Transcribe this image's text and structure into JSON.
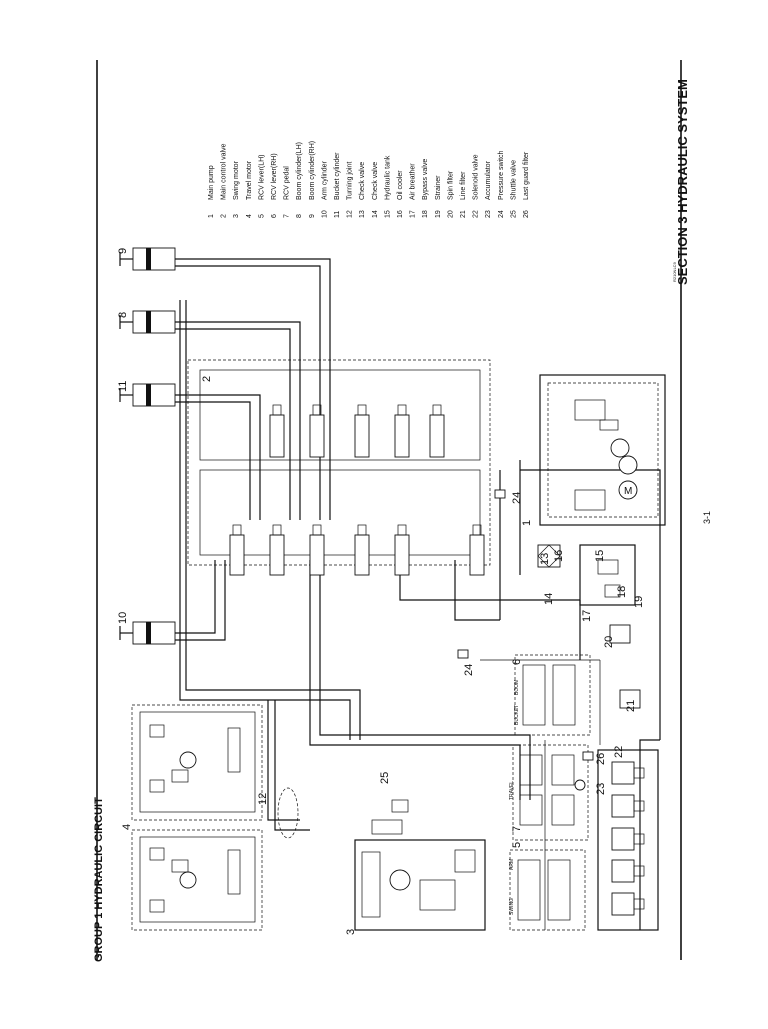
{
  "section_title": "SECTION  3  HYDRAULIC SYSTEM",
  "group_title": "GROUP  1  HYDRAULIC CIRCUIT",
  "page_number": "3-1",
  "drawing_ref": "R210NLC9",
  "legend": [
    {
      "num": "1",
      "label": "Main pump"
    },
    {
      "num": "2",
      "label": "Main control valve"
    },
    {
      "num": "3",
      "label": "Swing motor"
    },
    {
      "num": "4",
      "label": "Travel motor"
    },
    {
      "num": "5",
      "label": "RCV lever(LH)"
    },
    {
      "num": "6",
      "label": "RCV lever(RH)"
    },
    {
      "num": "7",
      "label": "RCV pedal"
    },
    {
      "num": "8",
      "label": "Boom cylinder(LH)"
    },
    {
      "num": "9",
      "label": "Boom cylinder(RH)"
    },
    {
      "num": "10",
      "label": "Arm cylinder"
    },
    {
      "num": "11",
      "label": "Bucket cylinder"
    },
    {
      "num": "12",
      "label": "Turning joint"
    },
    {
      "num": "13",
      "label": "Check valve"
    },
    {
      "num": "14",
      "label": "Check valve"
    },
    {
      "num": "15",
      "label": "Hydraulic tank"
    },
    {
      "num": "16",
      "label": "Oil cooler"
    },
    {
      "num": "17",
      "label": "Air breather"
    },
    {
      "num": "18",
      "label": "Bypass valve"
    },
    {
      "num": "19",
      "label": "Strainer"
    },
    {
      "num": "20",
      "label": "Spin filter"
    },
    {
      "num": "21",
      "label": "Line filter"
    },
    {
      "num": "22",
      "label": "Solenoid valve"
    },
    {
      "num": "23",
      "label": "Accumulator"
    },
    {
      "num": "24",
      "label": "Pressure switch"
    },
    {
      "num": "25",
      "label": "Shuttle valve"
    },
    {
      "num": "26",
      "label": "Last guard filter"
    }
  ],
  "callouts": [
    "1",
    "2",
    "3",
    "4",
    "5",
    "6",
    "7",
    "8",
    "9",
    "10",
    "11",
    "12",
    "13",
    "14",
    "15",
    "16",
    "17",
    "18",
    "19",
    "20",
    "21",
    "22",
    "23",
    "24",
    "24",
    "25",
    "26"
  ],
  "rcv_labels": {
    "swing": "SWING",
    "arm": "ARM",
    "travel": "TRAVEL",
    "bucket": "BUCKET",
    "boom": "BOOM"
  },
  "motor_symbol": "M"
}
